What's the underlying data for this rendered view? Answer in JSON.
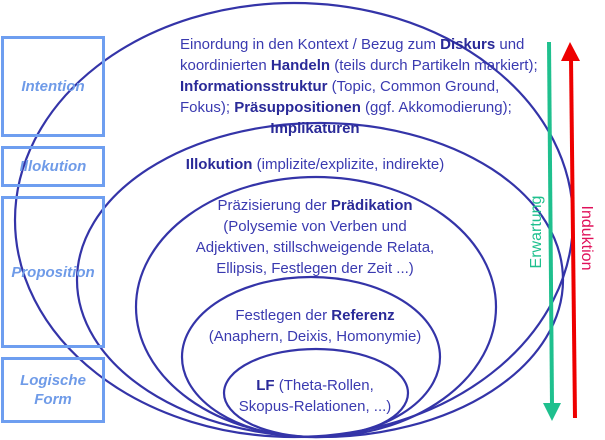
{
  "levels": {
    "intention": "Intention",
    "illokution": "Illokution",
    "proposition": "Proposition",
    "logische_form_1": "Logische",
    "logische_form_2": "Form"
  },
  "intention_text": {
    "l1a": "Einordung in den Kontext / Bezug zum ",
    "l1b": "Diskurs",
    "l1c": " und",
    "l2a": "koordinierten ",
    "l2b": "Handeln",
    "l2c": " (teils durch Partikeln markiert);",
    "l3a": "Informationsstruktur",
    "l3b": " (Topic, Common Ground,",
    "l4a": "Fokus); ",
    "l4b": "Präsuppositionen",
    "l4c": " (ggf. Akkomodierung);",
    "l5": "Implikaturen"
  },
  "illokution_text": {
    "a": "Illokution",
    "b": " (implizite/explizite, indirekte)"
  },
  "praedikation_text": {
    "l1a": "Präzisierung der ",
    "l1b": "Prädikation",
    "l2": "(Polysemie von Verben und",
    "l3": "Adjektiven, stillschweigende Relata,",
    "l4": "Ellipsis, Festlegen der Zeit ...)"
  },
  "referenz_text": {
    "l1a": "Festlegen der ",
    "l1b": "Referenz",
    "l2": "(Anaphern, Deixis, Homonymie)"
  },
  "lf_text": {
    "l1a": "LF",
    "l1b": " (Theta-Rollen,",
    "l2": "Skopus-Relationen, ...)"
  },
  "arrows": {
    "expectation": "Erwartung",
    "induction": "Induktion"
  },
  "colors": {
    "ellipse": "#3434a8",
    "box": "#6e9ef0",
    "expectation": "#1fc08e",
    "induction": "#ee0000"
  }
}
